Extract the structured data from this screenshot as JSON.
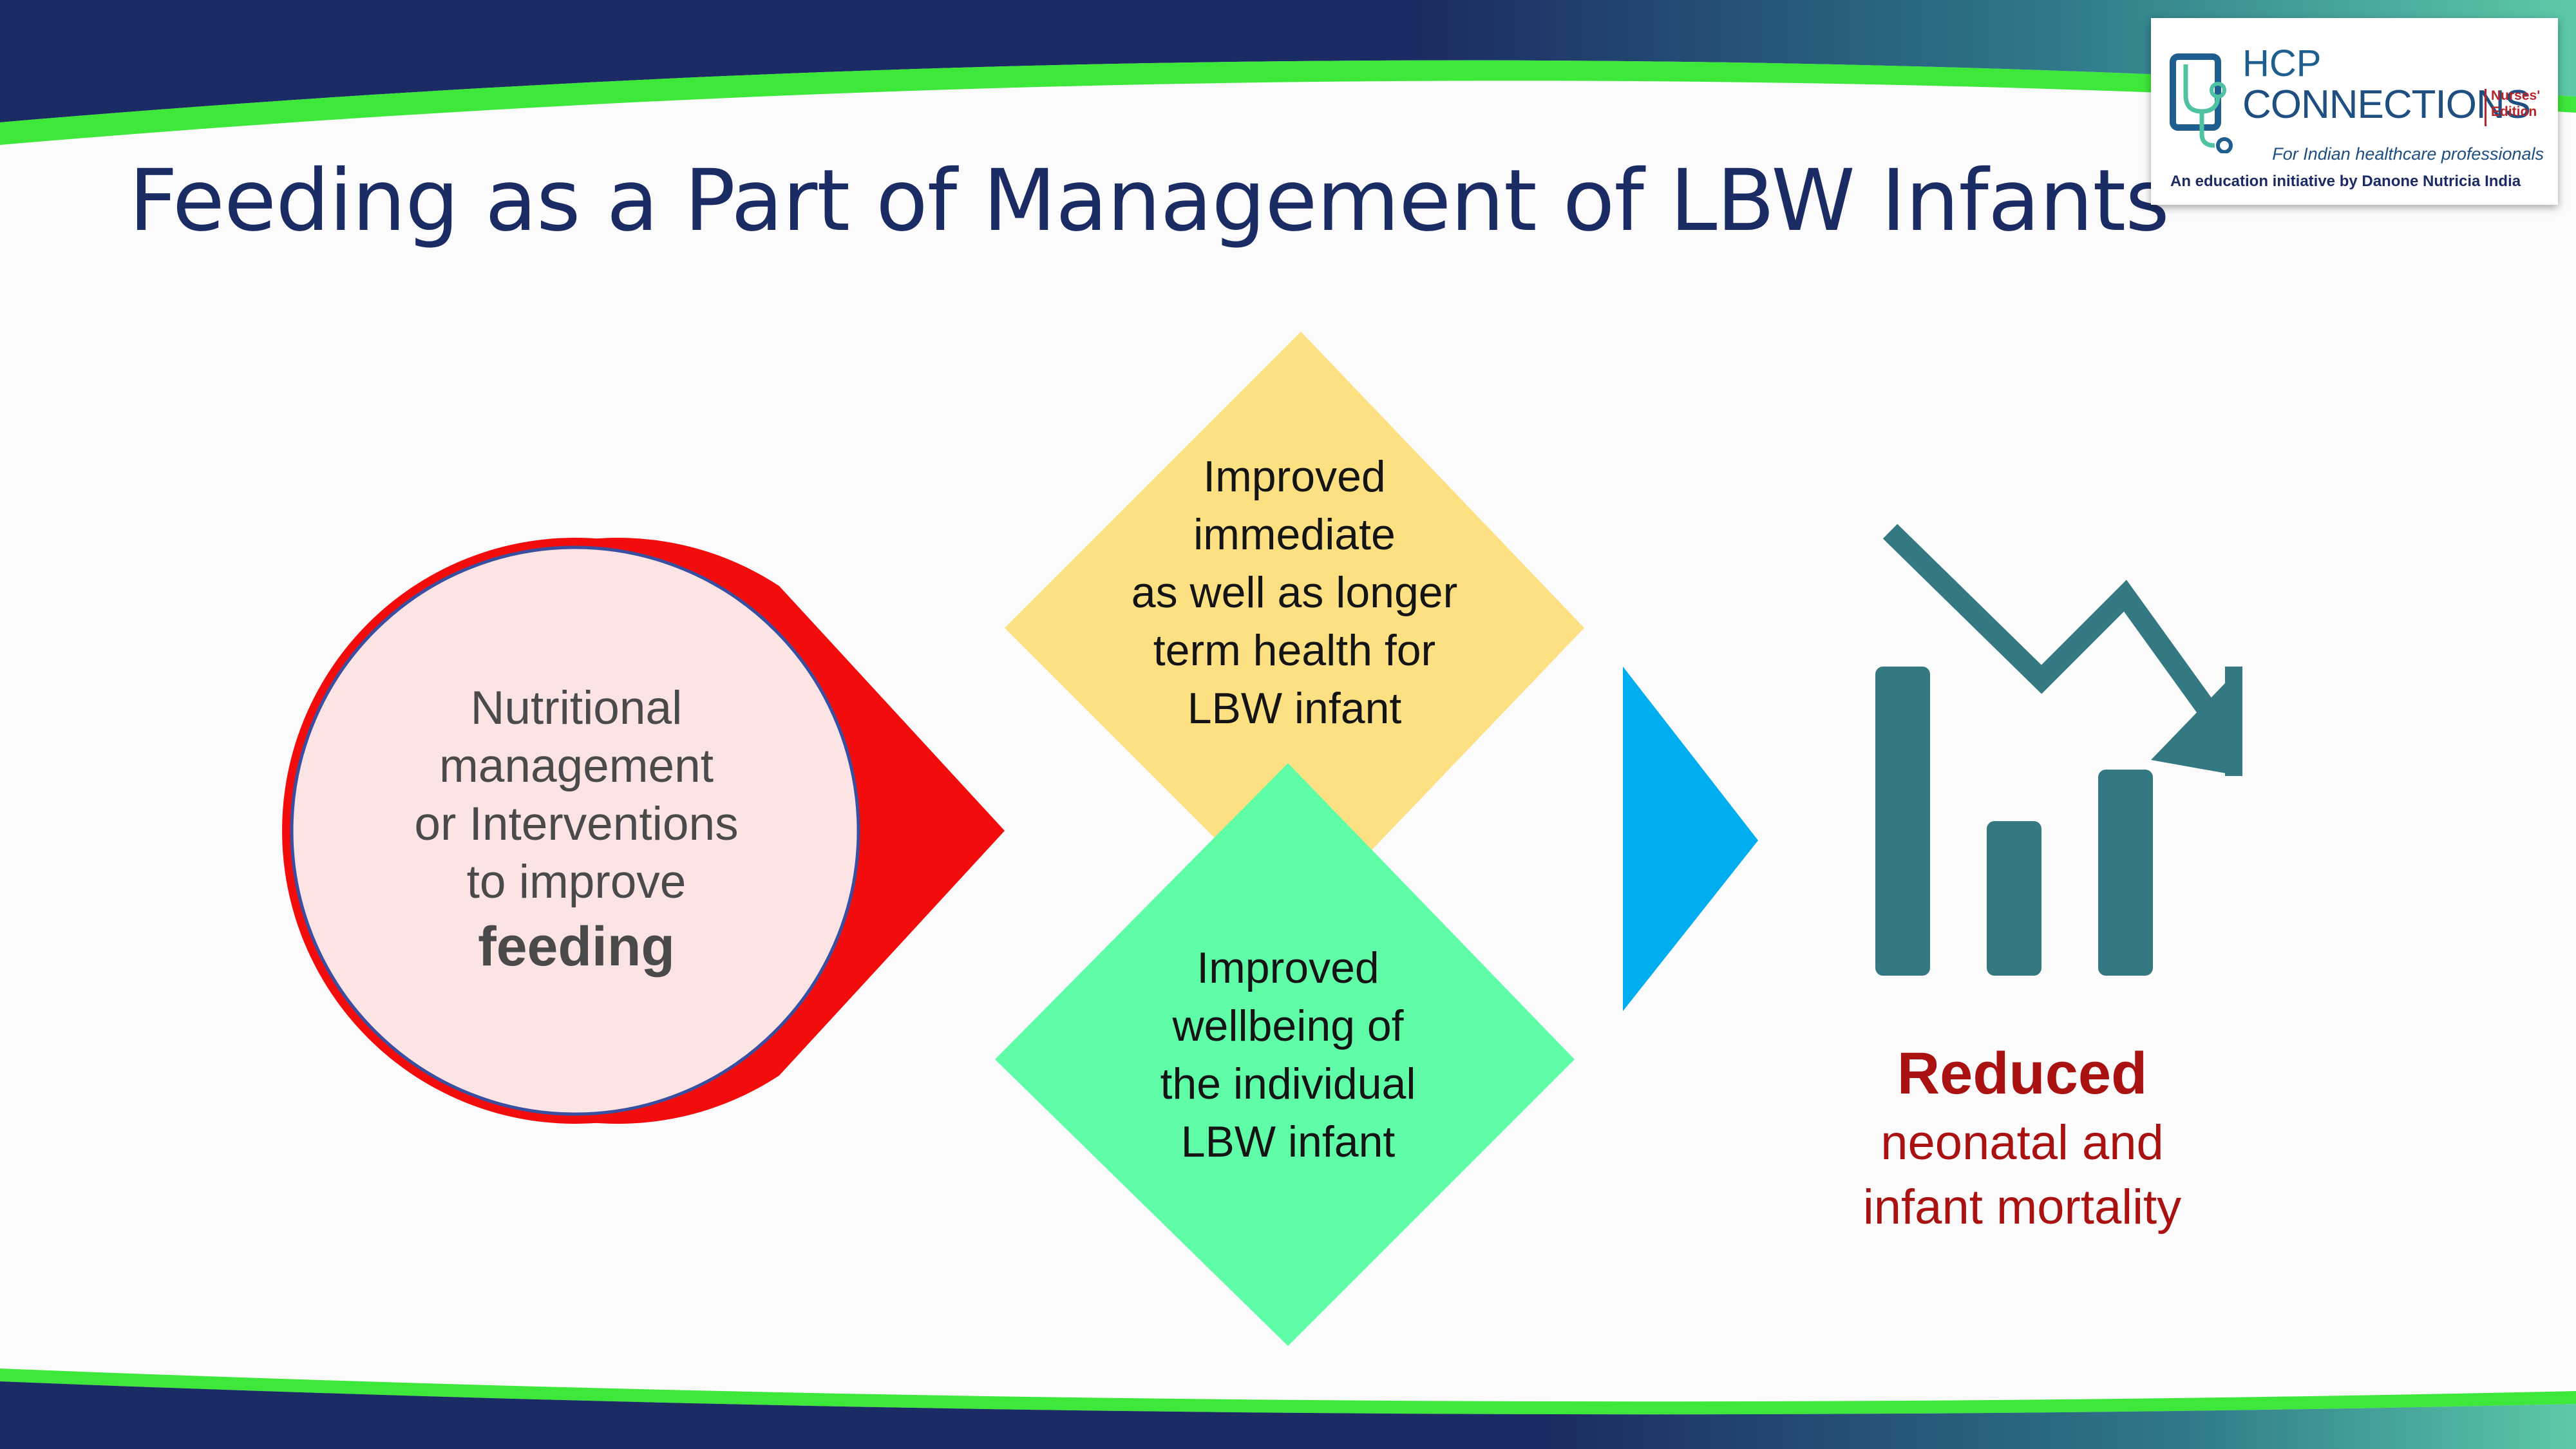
{
  "slide": {
    "title": "Feeding as a Part of Management of LBW Infants"
  },
  "logo": {
    "brand_top": "HCP",
    "brand_main": "CONNECTIONS",
    "edition_line1": "Nurses'",
    "edition_line2": "Edition",
    "tagline": "For Indian healthcare professionals",
    "initiative": "An education initiative by Danone Nutricia India"
  },
  "diagram": {
    "circle": {
      "lines": [
        "Nutritional",
        "management",
        "or Interventions",
        "to improve"
      ],
      "emphasis": "feeding"
    },
    "diamond_top": {
      "lines": [
        "Improved",
        "immediate",
        "as well as longer",
        "term health for",
        "LBW infant"
      ]
    },
    "diamond_bottom": {
      "lines": [
        "Improved",
        "wellbeing of",
        "the individual",
        "LBW infant"
      ]
    },
    "outcome": {
      "heading": "Reduced",
      "lines": [
        "neonatal and",
        "infant mortality"
      ]
    }
  },
  "colors": {
    "title": "#1b2b63",
    "band_dark": "#1b2b63",
    "band_green": "#3ee83a",
    "band_teal": "#4fc3a1",
    "circle_ring": "#f20c0c",
    "circle_fill": "#fce4e4",
    "diamond_top": "#fde081",
    "diamond_bottom": "#5ffda7",
    "arrow_blue": "#00aeef",
    "icon_teal": "#347881",
    "outcome_text": "#aa1111"
  },
  "icons": {
    "logo": "tablet-stethoscope-icon",
    "outcome": "declining-bar-chart-icon"
  }
}
